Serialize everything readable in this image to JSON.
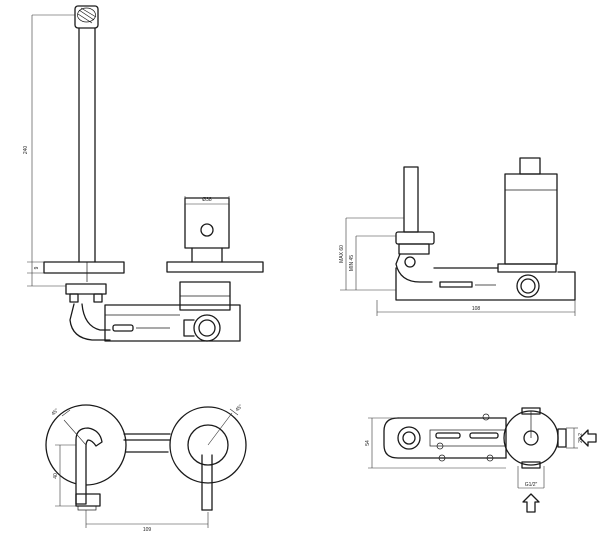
{
  "views": {
    "front": {
      "dimensions": {
        "spout_height": "240",
        "plate_offset": "9",
        "handle_diameter": "Ø38"
      }
    },
    "side": {
      "dimensions": {
        "max_depth": "MAX 60",
        "min_depth": "MIN 45",
        "body_length": "108"
      }
    },
    "top": {
      "dimensions": {
        "left_angle": "45°",
        "right_angle": "45°",
        "spout_reach": "40",
        "center_distance": "109"
      }
    },
    "body": {
      "dimensions": {
        "body_width": "54",
        "inlet_spacing": "20.2",
        "inlet_thread": "G1/2\""
      }
    }
  }
}
